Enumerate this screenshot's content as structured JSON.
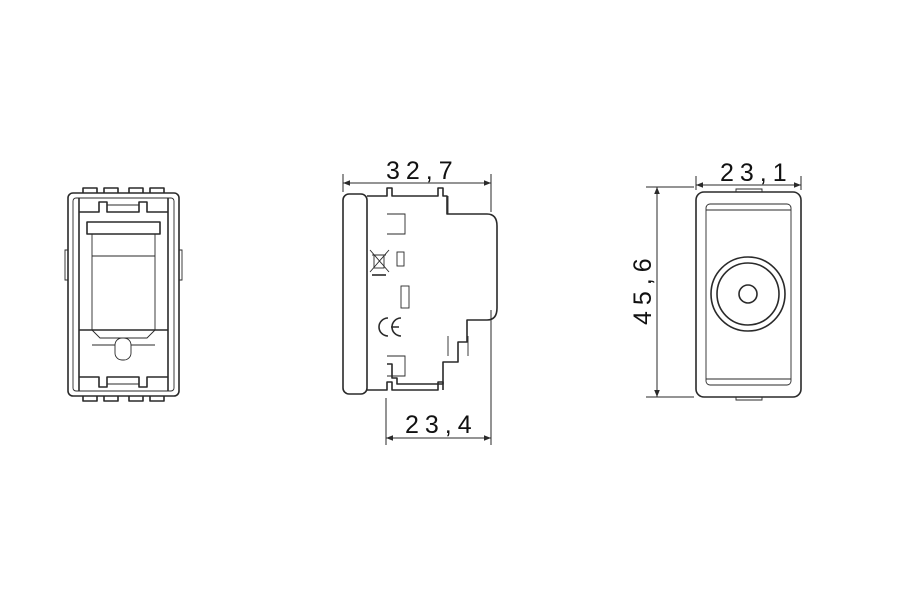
{
  "dimensions": {
    "side_depth": "32,7",
    "side_body": "23,4",
    "front_width": "23,1",
    "height": "45,6"
  },
  "colors": {
    "line": "#2a2a2a",
    "background": "#ffffff"
  },
  "symbols": {
    "weee": "crossed-bin-icon",
    "ce": "ce-mark-icon"
  }
}
